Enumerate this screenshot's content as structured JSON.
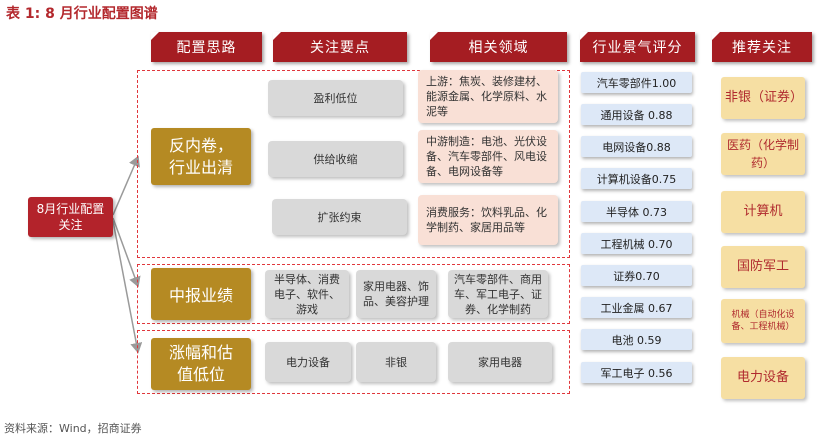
{
  "title": "表 1:  8 月行业配置图谱",
  "headers": [
    "配置思路",
    "关注要点",
    "相关领域",
    "行业景气评分",
    "推荐关注"
  ],
  "root_label": "8月行业配置关注",
  "groups": [
    "反内卷，行业出清",
    "中报业绩",
    "涨幅和估值低位"
  ],
  "points": [
    "盈利低位",
    "供给收缩",
    "扩张约束"
  ],
  "domains": [
    "上游：焦炭、装修建材、能源金属、化学原料、水泥等",
    "中游制造：电池、光伏设备、汽车零部件、风电设备、电网设备等",
    "消费服务：饮料乳品、化学制药、家居用品等"
  ],
  "earnings": [
    "半导体、消费电子、软件、游戏",
    "家用电器、饰品、美容护理",
    "汽车零部件、商用车、军工电子、证券、化学制药"
  ],
  "valuation": [
    "电力设备",
    "非银",
    "家用电器"
  ],
  "scores": [
    "汽车零部件1.00",
    "通用设备 0.88",
    "电网设备0.88",
    "计算机设备0.75",
    "半导体 0.73",
    "工程机械 0.70",
    "证券0.70",
    "工业金属 0.67",
    "电池 0.59",
    "军工电子 0.56"
  ],
  "recommend": [
    "非银（证券）",
    "医药（化学制药）",
    "计算机",
    "国防军工",
    "机械（自动化设备、工程机械）",
    "电力设备"
  ],
  "source": "资料来源：Wind，招商证券"
}
